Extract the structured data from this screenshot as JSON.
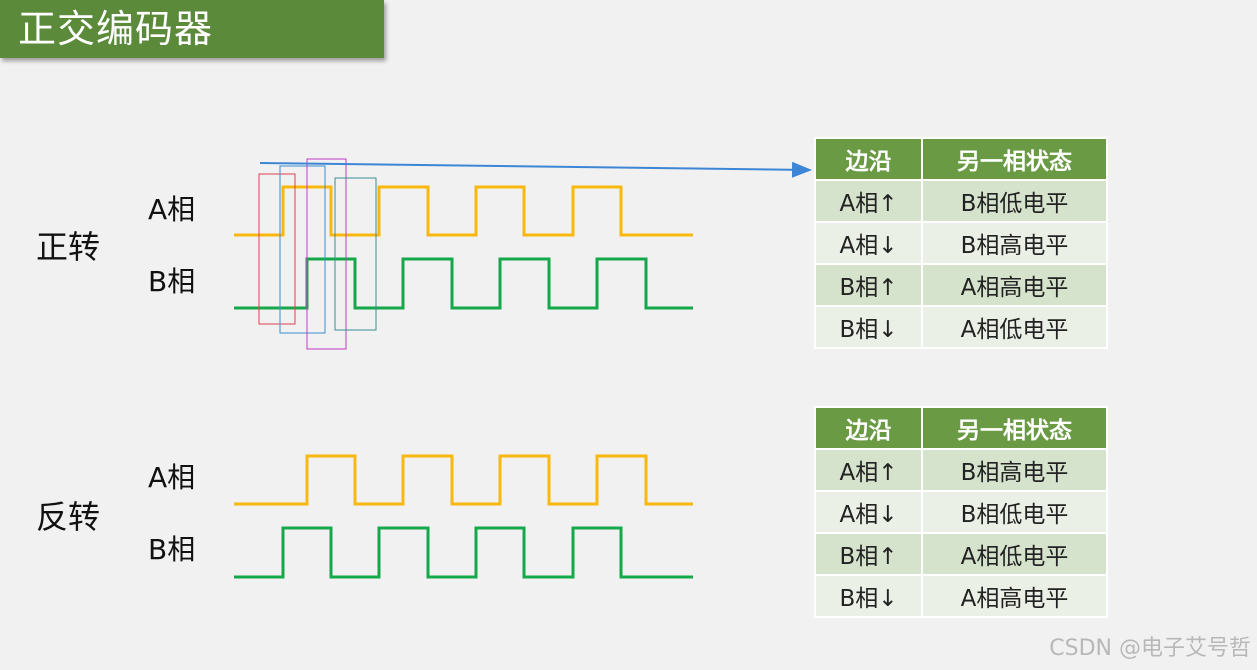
{
  "title": "正交编码器",
  "forward": {
    "label": "正转",
    "phase_a": "A相",
    "phase_b": "B相",
    "table": {
      "headers": [
        "边沿",
        "另一相状态"
      ],
      "rows": [
        [
          "A相↑",
          "B相低电平"
        ],
        [
          "A相↓",
          "B相高电平"
        ],
        [
          "B相↑",
          "A相高电平"
        ],
        [
          "B相↓",
          "A相低电平"
        ]
      ]
    }
  },
  "reverse": {
    "label": "反转",
    "phase_a": "A相",
    "phase_b": "B相",
    "table": {
      "headers": [
        "边沿",
        "另一相状态"
      ],
      "rows": [
        [
          "A相↑",
          "B相高电平"
        ],
        [
          "A相↓",
          "B相低电平"
        ],
        [
          "B相↑",
          "A相低电平"
        ],
        [
          "B相↓",
          "A相高电平"
        ]
      ]
    }
  },
  "colors": {
    "phase_a": "#f7b80f",
    "phase_b": "#14a84a",
    "arrow": "#3d86d6",
    "title_bg": "#5b8a3a",
    "table_header": "#6a9a43"
  },
  "watermark": "CSDN @电子艾号哲"
}
